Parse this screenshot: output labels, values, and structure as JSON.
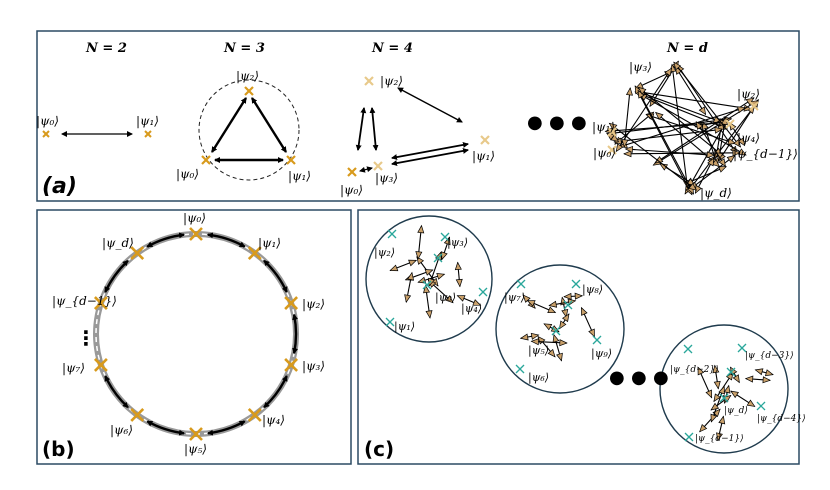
{
  "colors": {
    "panel_border": "#2b4a63",
    "marker_gold": "#d89a1c",
    "marker_teal": "#2aa79b",
    "arrow_fill": "#c9a06a",
    "arrow_stroke": "#000000",
    "ring": "#8a8a8a"
  },
  "panel_a": {
    "label": "(a)",
    "headers": {
      "n2": "N = 2",
      "n3": "N = 3",
      "n4": "N = 4",
      "nd": "N = d"
    },
    "ellipsis": "● ● ●",
    "n2": {
      "psi0": "|ψ₀⟩",
      "psi1": "|ψ₁⟩"
    },
    "n3": {
      "psi0": "|ψ₀⟩",
      "psi1": "|ψ₁⟩",
      "psi2": "|ψ₂⟩"
    },
    "n4": {
      "psi0": "|ψ₀⟩",
      "psi1": "|ψ₁⟩",
      "psi2": "|ψ₂⟩",
      "psi3": "|ψ₃⟩"
    },
    "nd": {
      "psi0": "|ψ₀⟩",
      "psi1": "|ψ₁⟩",
      "psi2": "|ψ₂⟩",
      "psi3": "|ψ₃⟩",
      "psi4": "|ψ₄⟩",
      "psid1": "|ψ_{d−1}⟩",
      "psid": "|ψ_d⟩"
    }
  },
  "panel_b": {
    "label": "(b)",
    "ring_labels": [
      "|ψ₀⟩",
      "|ψ₁⟩",
      "|ψ₂⟩",
      "|ψ₃⟩",
      "|ψ₄⟩",
      "|ψ₅⟩",
      "|ψ₆⟩",
      "|ψ₇⟩",
      "|ψ_{d−1}⟩",
      "|ψ_d⟩"
    ],
    "vertical_ellipsis": "⋮"
  },
  "panel_c": {
    "label": "(c)",
    "ellipsis": "● ● ●",
    "cluster1": [
      "|ψ₀⟩",
      "|ψ₁⟩",
      "|ψ₂⟩",
      "|ψ₃⟩",
      "|ψ₄⟩"
    ],
    "cluster2": [
      "|ψ₅⟩",
      "|ψ₆⟩",
      "|ψ₇⟩",
      "|ψ₈⟩",
      "|ψ₉⟩"
    ],
    "cluster3": [
      "|ψ_d⟩",
      "|ψ_{d−1}⟩",
      "|ψ_{d−2}⟩",
      "|ψ_{d−3}⟩",
      "|ψ_{d−4}⟩"
    ]
  }
}
